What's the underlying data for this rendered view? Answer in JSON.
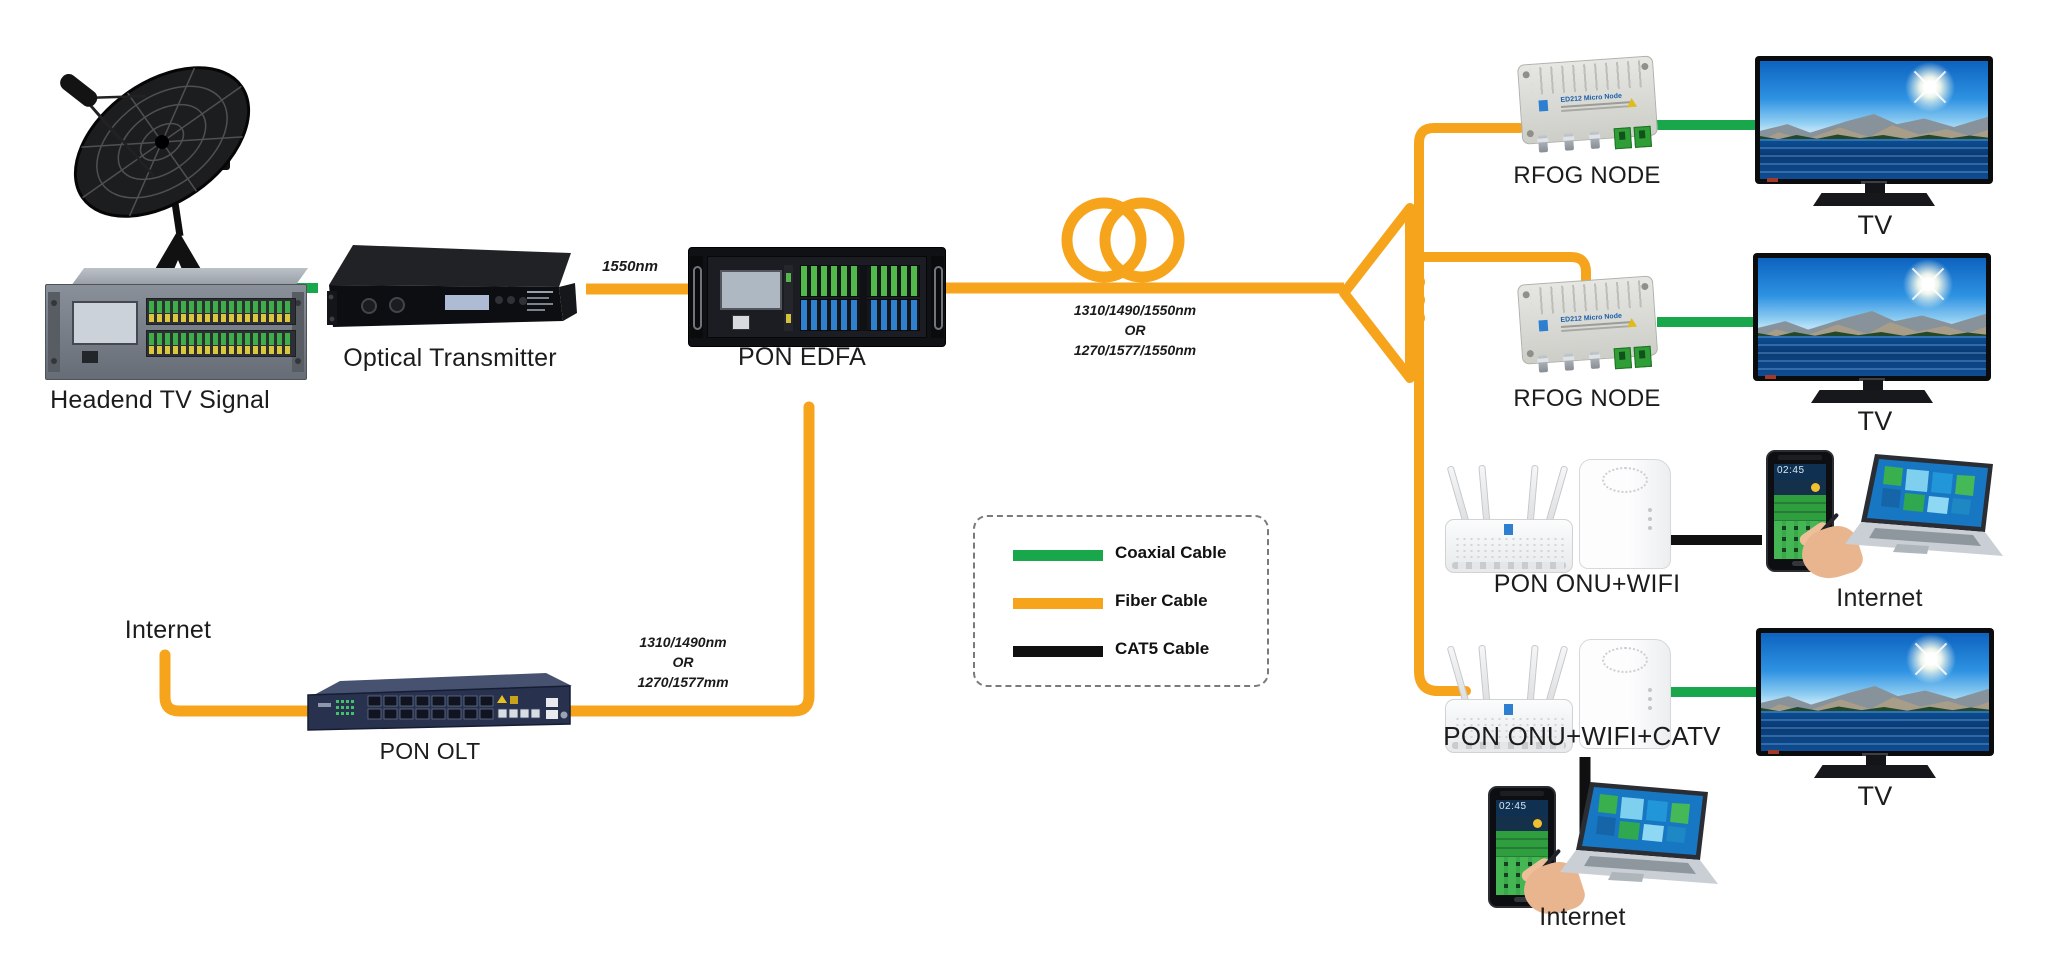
{
  "labels": {
    "headend": "Headend TV Signal",
    "optical_transmitter": "Optical Transmitter",
    "pon_edfa": "PON EDFA",
    "pon_olt": "PON OLT",
    "internet_left": "Internet",
    "rfog_node_1": "RFOG NODE",
    "rfog_node_2": "RFOG NODE",
    "tv_1": "TV",
    "tv_2": "TV",
    "tv_3": "TV",
    "onu_wifi": "PON ONU+WIFI",
    "onu_wifi_catv": "PON ONU+WIFI+CATV",
    "internet_top": "Internet",
    "internet_bottom": "Internet"
  },
  "wavelengths": {
    "tx_to_edfa": "1550nm",
    "edfa_to_splitter": {
      "l1": "1310/1490/1550nm",
      "l2": "OR",
      "l3": "1270/1577/1550nm"
    },
    "olt_to_edfa": {
      "l1": "1310/1490nm",
      "l2": "OR",
      "l3": "1270/1577mm"
    }
  },
  "legend": {
    "items": [
      {
        "label": "Coaxial Cable",
        "color": "#18A74A"
      },
      {
        "label": "Fiber Cable",
        "color": "#F7A41D"
      },
      {
        "label": "CAT5 Cable",
        "color": "#101010"
      }
    ]
  },
  "device_text": {
    "rfog_model": "ED212 Micro Node",
    "phone_time": "02:45"
  },
  "colors": {
    "fiber": "#F7A41D",
    "coax": "#18A74A",
    "cat5": "#101010"
  }
}
